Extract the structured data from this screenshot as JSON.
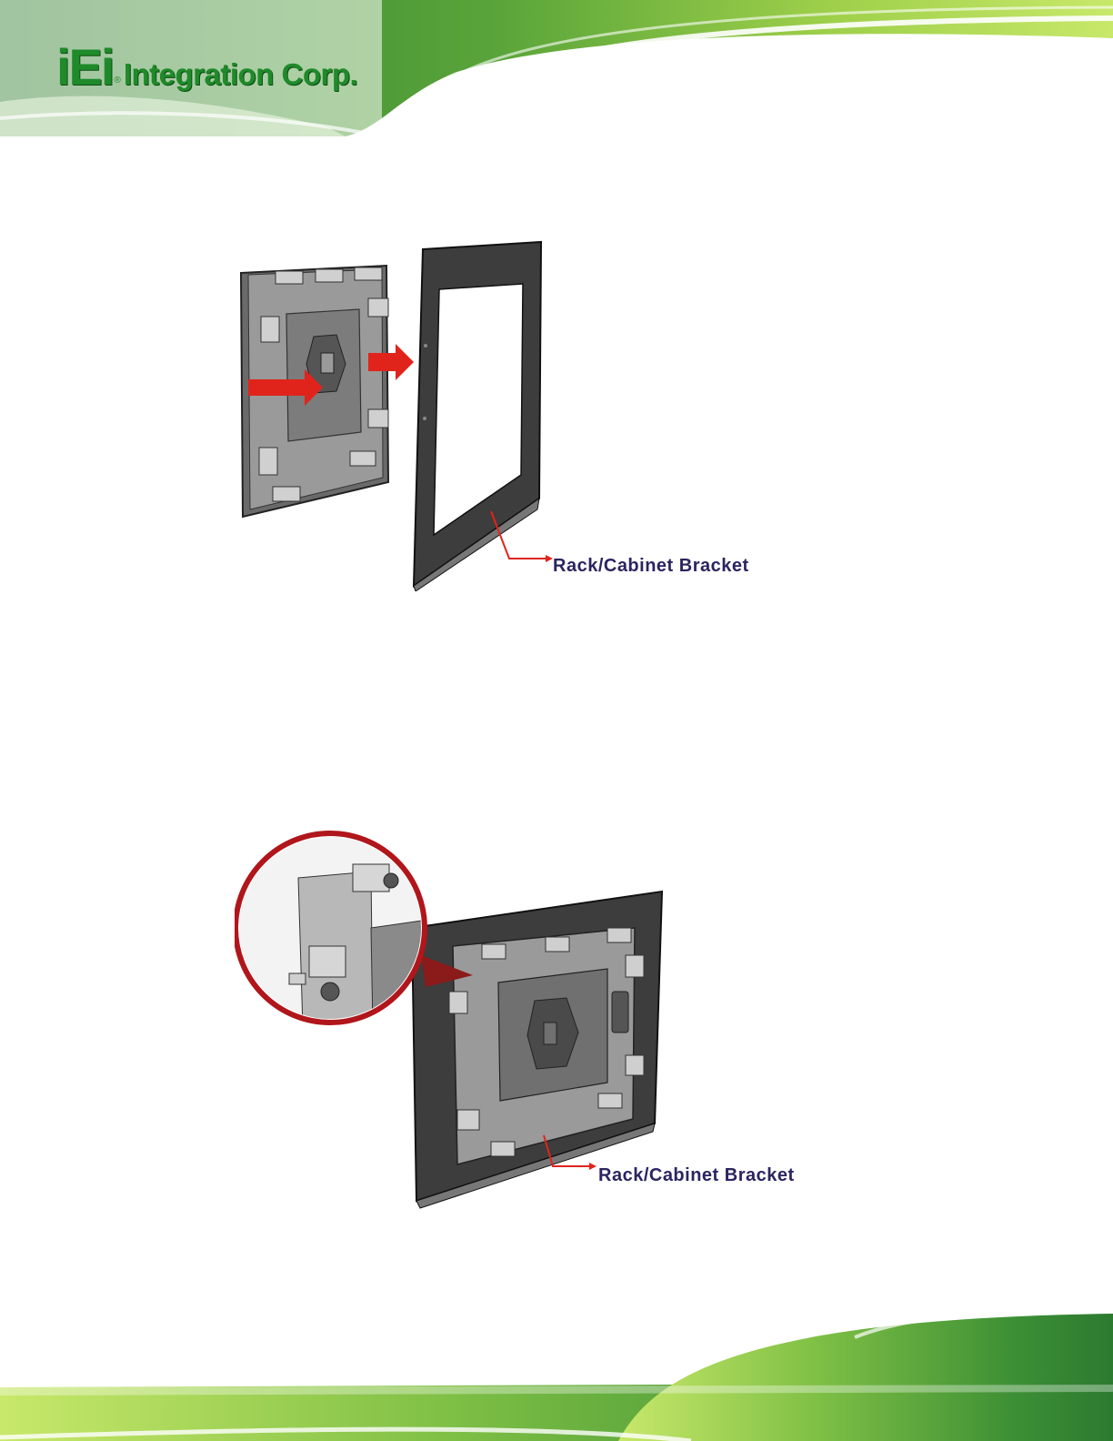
{
  "header": {
    "logo_mark": "iEi",
    "logo_text": "Integration Corp."
  },
  "figures": [
    {
      "callout_label": "Rack/Cabinet Bracket"
    },
    {
      "callout_label": "Rack/Cabinet Bracket"
    }
  ],
  "colors": {
    "brand_green": "#1f8a2a",
    "accent_red": "#e0241b",
    "callout_text": "#2b2460",
    "bracket": "#3d3d3d"
  }
}
